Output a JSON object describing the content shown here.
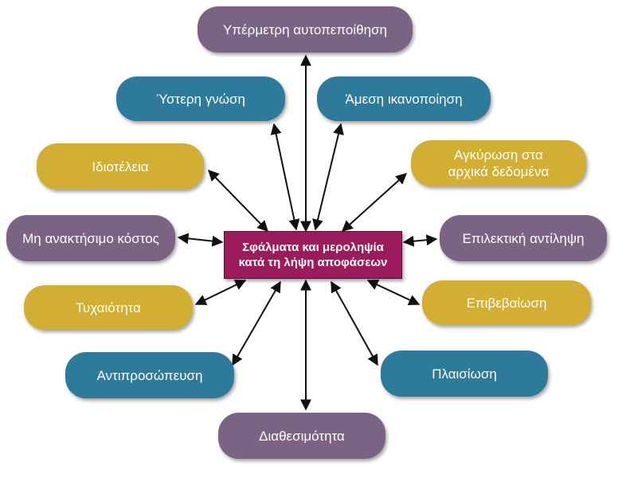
{
  "center": {
    "label": "Σφάλματα και μεροληψία\nκατά τη λήψη αποφάσεων",
    "color": "#9b1b5c"
  },
  "colors": {
    "purple": "#7b6383",
    "teal": "#2e7a9a",
    "gold": "#d2ae33",
    "arrow": "#111111"
  },
  "nodes": [
    {
      "id": "overconfidence",
      "label": "Υπέρμετρη αυτοπεποίθηση",
      "color": "purple"
    },
    {
      "id": "hindsight",
      "label": "Ύστερη γνώση",
      "color": "teal"
    },
    {
      "id": "gratification",
      "label": "Άμεση ικανοποίηση",
      "color": "teal"
    },
    {
      "id": "selfinterest",
      "label": "Ιδιοτέλεια",
      "color": "gold"
    },
    {
      "id": "anchoring",
      "label": "Αγκύρωση στα\nαρχικά δεδομένα",
      "color": "gold"
    },
    {
      "id": "sunkcost",
      "label": "Μη ανακτήσιμο κόστος",
      "color": "purple"
    },
    {
      "id": "selective",
      "label": "Επιλεκτική αντίληψη",
      "color": "purple"
    },
    {
      "id": "randomness",
      "label": "Τυχαιότητα",
      "color": "gold"
    },
    {
      "id": "confirmation",
      "label": "Επιβεβαίωση",
      "color": "gold"
    },
    {
      "id": "representation",
      "label": "Αντιπροσώπευση",
      "color": "teal"
    },
    {
      "id": "framing",
      "label": "Πλαισίωση",
      "color": "teal"
    },
    {
      "id": "availability",
      "label": "Διαθεσιμότητα",
      "color": "purple"
    }
  ],
  "edges": [
    {
      "from": "center",
      "to": "overconfidence",
      "arrows": "both"
    },
    {
      "from": "center",
      "to": "hindsight",
      "arrows": "both"
    },
    {
      "from": "center",
      "to": "gratification",
      "arrows": "both"
    },
    {
      "from": "center",
      "to": "selfinterest",
      "arrows": "both"
    },
    {
      "from": "center",
      "to": "anchoring",
      "arrows": "both"
    },
    {
      "from": "center",
      "to": "sunkcost",
      "arrows": "both"
    },
    {
      "from": "center",
      "to": "selective",
      "arrows": "both"
    },
    {
      "from": "center",
      "to": "randomness",
      "arrows": "both"
    },
    {
      "from": "center",
      "to": "confirmation",
      "arrows": "both"
    },
    {
      "from": "center",
      "to": "representation",
      "arrows": "both"
    },
    {
      "from": "center",
      "to": "framing",
      "arrows": "both"
    },
    {
      "from": "center",
      "to": "availability",
      "arrows": "both"
    }
  ]
}
